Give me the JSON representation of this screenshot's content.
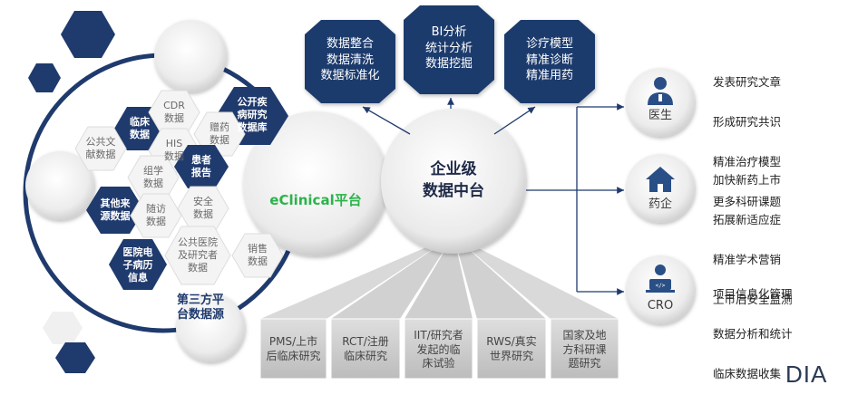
{
  "center": {
    "title": "企业级\n数据中台"
  },
  "eclinical": {
    "label_prefix": "eClinical",
    "label_suffix": "平台"
  },
  "top_boxes": [
    {
      "text": "数据整合\n数据清洗\n数据标准化"
    },
    {
      "text": "BI分析\n统计分析\n数据挖掘"
    },
    {
      "text": "诊疗模型\n精准诊断\n精准用药"
    }
  ],
  "ring_hexes": [
    {
      "text": "临床\n数据",
      "style": "dark"
    },
    {
      "text": "CDR\n数据",
      "style": "light"
    },
    {
      "text": "公开疾\n病研究\n数据库",
      "style": "dark"
    },
    {
      "text": "HIS\n数据",
      "style": "light"
    },
    {
      "text": "赠药\n数据",
      "style": "light"
    },
    {
      "text": "公共文\n献数据",
      "style": "light"
    },
    {
      "text": "组学\n数据",
      "style": "light"
    },
    {
      "text": "患者\n报告",
      "style": "dark"
    },
    {
      "text": "其他来\n源数据",
      "style": "dark"
    },
    {
      "text": "随访\n数据",
      "style": "light"
    },
    {
      "text": "安全\n数据",
      "style": "light"
    },
    {
      "text": "医院电\n子病历\n信息",
      "style": "dark"
    },
    {
      "text": "公共医院\n及研究者\n数据",
      "style": "light"
    },
    {
      "text": "销售\n数据",
      "style": "light"
    }
  ],
  "third_party": {
    "text": "第三方平\n台数据源"
  },
  "studies": [
    {
      "text": "PMS/上市\n后临床研究"
    },
    {
      "text": "RCT/注册\n临床研究"
    },
    {
      "text": "IIT/研究者\n发起的临\n床试验"
    },
    {
      "text": "RWS/真实\n世界研究"
    },
    {
      "text": "国家及地\n方科研课\n题研究"
    }
  ],
  "stakeholders": [
    {
      "name": "医生",
      "icon": "doctor-icon",
      "benefits": [
        "发表研究文章",
        "形成研究共识",
        "精准治疗模型",
        "更多科研课题"
      ]
    },
    {
      "name": "药企",
      "icon": "house-icon",
      "benefits": [
        "加快新药上市",
        "拓展新适应症",
        "精准学术营销",
        "上市后安全监测"
      ]
    },
    {
      "name": "CRO",
      "icon": "laptop-user-icon",
      "benefits": [
        "项目信息化管理",
        "数据分析和统计",
        "临床数据收集"
      ]
    }
  ],
  "logo": {
    "text": "DIA"
  },
  "colors": {
    "navy": "#1f3a6d",
    "green": "#2bb34a",
    "gray_box": "#cfcfcf"
  }
}
